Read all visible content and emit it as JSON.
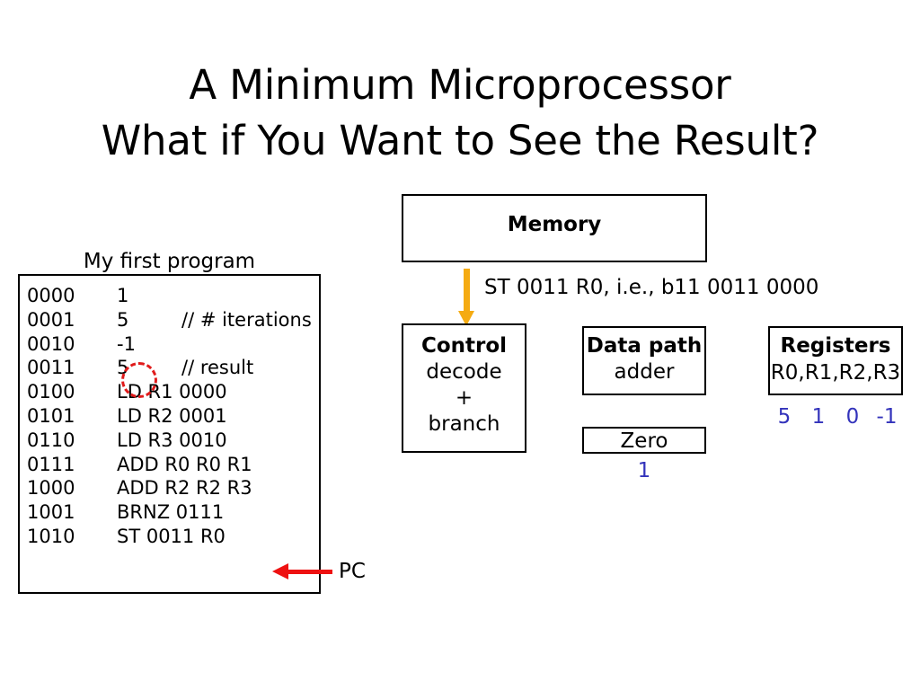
{
  "slide": {
    "title_lines": [
      "A Minimum Microprocessor",
      "What if You Want to See the Result?"
    ]
  },
  "program": {
    "caption": "My first program",
    "rows": [
      {
        "addr": "0000",
        "value": "1",
        "comment": ""
      },
      {
        "addr": "0001",
        "value": "5",
        "comment": "// # iterations"
      },
      {
        "addr": "0010",
        "value": "-1",
        "comment": ""
      },
      {
        "addr": "0011",
        "value": "5",
        "comment": "// result"
      },
      {
        "addr": "0100",
        "value": "LD R1 0000",
        "comment": ""
      },
      {
        "addr": "0101",
        "value": "LD R2 0001",
        "comment": ""
      },
      {
        "addr": "0110",
        "value": "LD R3 0010",
        "comment": ""
      },
      {
        "addr": "0111",
        "value": "ADD R0 R0 R1",
        "comment": ""
      },
      {
        "addr": "1000",
        "value": "ADD R2 R2 R3",
        "comment": ""
      },
      {
        "addr": "1001",
        "value": "BRNZ 0111",
        "comment": ""
      },
      {
        "addr": "1010",
        "value": "ST 0011 R0",
        "comment": ""
      }
    ],
    "highlight_note": "dashed-red-circle-on-result-value"
  },
  "pc_pointer": {
    "label": "PC",
    "color": "#ee1111",
    "points_at_address": "1010"
  },
  "diagram": {
    "memory": {
      "title": "Memory"
    },
    "fetch": {
      "text": "ST 0011 R0, i.e., b11 0011 0000",
      "arrow_color": "#f5ab12"
    },
    "control": {
      "title": "Control",
      "lines": [
        "decode",
        "+",
        "branch"
      ]
    },
    "datapath": {
      "title": "Data path",
      "sub": "adder"
    },
    "zero": {
      "label": "Zero",
      "value": "1"
    },
    "registers": {
      "title": "Registers",
      "list": "R0,R1,R2,R3",
      "values": [
        "5",
        "1",
        "0",
        "-1"
      ]
    }
  },
  "colors": {
    "accent_blue": "#3333bb",
    "accent_red": "#ee1111",
    "accent_amber": "#f5ab12",
    "highlight_red": "#e01b1b"
  }
}
